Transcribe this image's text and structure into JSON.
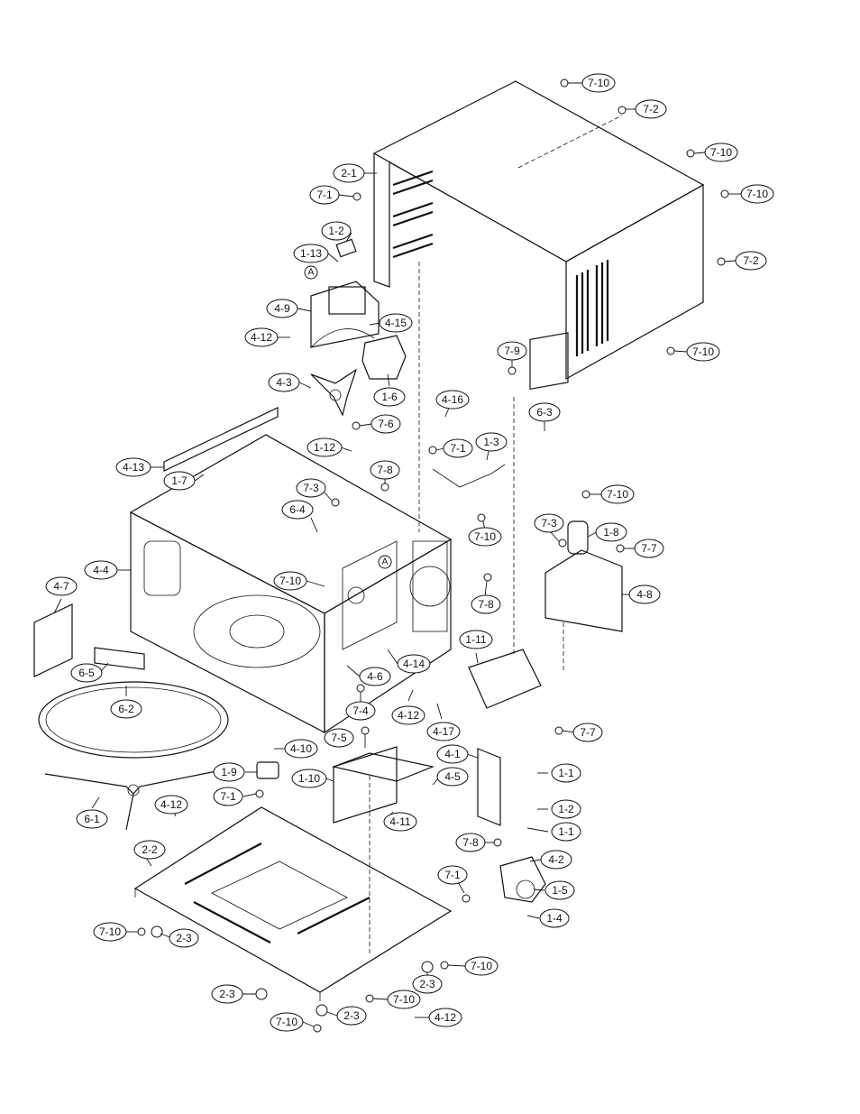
{
  "reference_marks": [
    "A",
    "A"
  ],
  "callouts": [
    {
      "id": "c01",
      "text": "7-10"
    },
    {
      "id": "c02",
      "text": "7-2"
    },
    {
      "id": "c03",
      "text": "7-10"
    },
    {
      "id": "c04",
      "text": "7-10"
    },
    {
      "id": "c05",
      "text": "7-2"
    },
    {
      "id": "c06",
      "text": "7-10"
    },
    {
      "id": "c07",
      "text": "2-1"
    },
    {
      "id": "c08",
      "text": "7-1"
    },
    {
      "id": "c09",
      "text": "1-2"
    },
    {
      "id": "c10",
      "text": "1-13"
    },
    {
      "id": "c11",
      "text": "4-9"
    },
    {
      "id": "c12",
      "text": "4-15"
    },
    {
      "id": "c13",
      "text": "4-12"
    },
    {
      "id": "c14",
      "text": "4-3"
    },
    {
      "id": "c15",
      "text": "1-6"
    },
    {
      "id": "c16",
      "text": "7-9"
    },
    {
      "id": "c17",
      "text": "4-16"
    },
    {
      "id": "c18",
      "text": "6-3"
    },
    {
      "id": "c19",
      "text": "7-6"
    },
    {
      "id": "c20",
      "text": "1-12"
    },
    {
      "id": "c21",
      "text": "7-1"
    },
    {
      "id": "c22",
      "text": "1-3"
    },
    {
      "id": "c23",
      "text": "4-13"
    },
    {
      "id": "c24",
      "text": "1-7"
    },
    {
      "id": "c25",
      "text": "7-8"
    },
    {
      "id": "c26",
      "text": "7-3"
    },
    {
      "id": "c27",
      "text": "7-10"
    },
    {
      "id": "c28",
      "text": "6-4"
    },
    {
      "id": "c29",
      "text": "7-10"
    },
    {
      "id": "c30",
      "text": "7-3"
    },
    {
      "id": "c31",
      "text": "1-8"
    },
    {
      "id": "c32",
      "text": "7-7"
    },
    {
      "id": "c33",
      "text": "4-4"
    },
    {
      "id": "c34",
      "text": "7-10"
    },
    {
      "id": "c35",
      "text": "7-8"
    },
    {
      "id": "c36",
      "text": "4-8"
    },
    {
      "id": "c37",
      "text": "4-7"
    },
    {
      "id": "c38",
      "text": "1-11"
    },
    {
      "id": "c39",
      "text": "4-14"
    },
    {
      "id": "c40",
      "text": "6-5"
    },
    {
      "id": "c41",
      "text": "4-6"
    },
    {
      "id": "c42",
      "text": "7-4"
    },
    {
      "id": "c43",
      "text": "4-12"
    },
    {
      "id": "c44",
      "text": "6-2"
    },
    {
      "id": "c45",
      "text": "4-17"
    },
    {
      "id": "c46",
      "text": "7-7"
    },
    {
      "id": "c47",
      "text": "7-5"
    },
    {
      "id": "c48",
      "text": "4-10"
    },
    {
      "id": "c49",
      "text": "4-1"
    },
    {
      "id": "c50",
      "text": "1-9"
    },
    {
      "id": "c51",
      "text": "1-10"
    },
    {
      "id": "c52",
      "text": "1-1"
    },
    {
      "id": "c53",
      "text": "7-1"
    },
    {
      "id": "c54",
      "text": "4-5"
    },
    {
      "id": "c55",
      "text": "6-1"
    },
    {
      "id": "c56",
      "text": "4-12"
    },
    {
      "id": "c57",
      "text": "4-11"
    },
    {
      "id": "c58",
      "text": "1-2"
    },
    {
      "id": "c59",
      "text": "1-1"
    },
    {
      "id": "c60",
      "text": "2-2"
    },
    {
      "id": "c61",
      "text": "7-8"
    },
    {
      "id": "c62",
      "text": "4-2"
    },
    {
      "id": "c63",
      "text": "7-1"
    },
    {
      "id": "c64",
      "text": "1-5"
    },
    {
      "id": "c65",
      "text": "1-4"
    },
    {
      "id": "c66",
      "text": "7-10"
    },
    {
      "id": "c67",
      "text": "2-3"
    },
    {
      "id": "c68",
      "text": "2-3"
    },
    {
      "id": "c69",
      "text": "7-10"
    },
    {
      "id": "c70",
      "text": "2-3"
    },
    {
      "id": "c71",
      "text": "7-10"
    },
    {
      "id": "c72",
      "text": "7-10"
    },
    {
      "id": "c73",
      "text": "2-3"
    },
    {
      "id": "c74",
      "text": "4-12"
    }
  ]
}
